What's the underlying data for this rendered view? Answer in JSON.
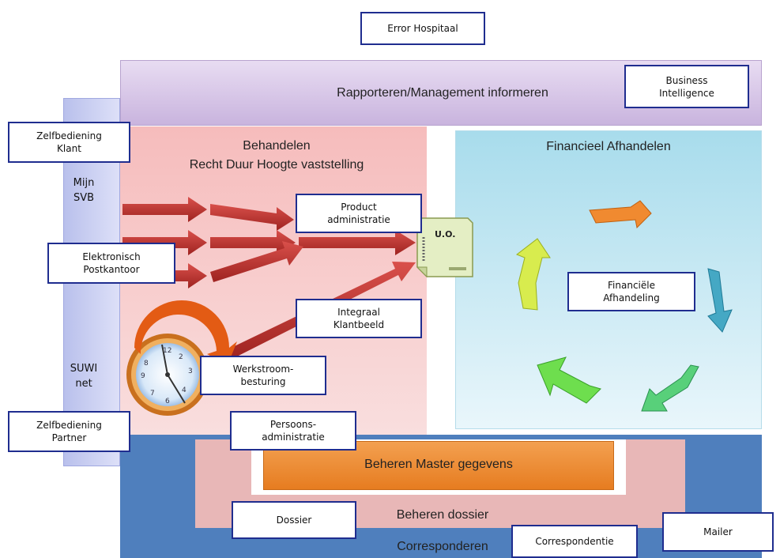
{
  "labels": {
    "error_hospitaal": "Error Hospitaal",
    "business_intelligence": "Business\nIntelligence",
    "zelfbediening_klant": "Zelfbediening\nKlant",
    "elektronisch_postkantoor": "Elektronisch\nPostkantoor",
    "product_administratie": "Product\nadministratie",
    "integraal_klantbeeld": "Integraal\nKlantbeeld",
    "werkstroom_besturing": "Werkstroom-\nbesturing",
    "zelfbediening_partner": "Zelfbediening\nPartner",
    "persoons_administratie": "Persoons-\nadministratie",
    "dossier": "Dossier",
    "correspondentie": "Correspondentie",
    "mailer": "Mailer",
    "financiele_afhandeling": "Financiële\nAfhandeling"
  },
  "regions": {
    "rapporteren": "Rapporteren/Management informeren",
    "behandelen": "Behandelen\nRecht Duur Hoogte vaststelling",
    "financieel": "Financieel Afhandelen",
    "master": "Beheren Master gegevens",
    "beheren_dossier": "Beheren dossier",
    "corresponderen": "Corresponderen"
  },
  "channels": {
    "mijn_svb": "Mijn\nSVB",
    "suwi_net": "SUWI\nnet"
  },
  "document": {
    "label": "U.O."
  },
  "colors": {
    "label_border": "#1f2d8f",
    "rapporteren_bg": "#d9c6e8",
    "behandelen_bg": "#f2b6b6",
    "financieel_bg": "#bfe6f2",
    "corresponderen_bg": "#4f7fbd",
    "master_bg": "#ee8a2e",
    "arrow_red": "#c0302c"
  }
}
